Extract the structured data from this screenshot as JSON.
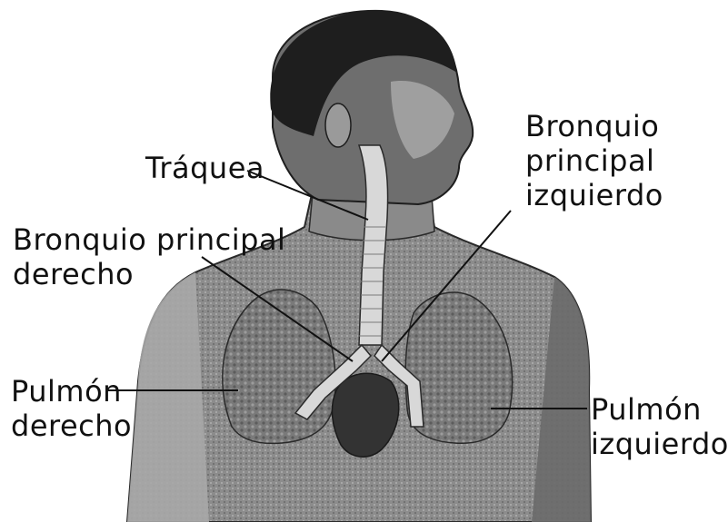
{
  "labels": {
    "traquea": "Tráquea",
    "bronquio_derecho_line1": "Bronquio principal",
    "bronquio_derecho_line2": "derecho",
    "bronquio_izquierdo_line1": "Bronquio",
    "bronquio_izquierdo_line2": "principal",
    "bronquio_izquierdo_line3": "izquierdo",
    "pulmon_derecho_line1": "Pulmón",
    "pulmon_derecho_line2": "derecho",
    "pulmon_izquierdo_line1": "Pulmón",
    "pulmon_izquierdo_line2": "izquierdo"
  },
  "colors": {
    "body_fill": "#9a9a9a",
    "body_dark": "#3a3a3a",
    "head_hair": "#1e1e1e",
    "lung_fill": "#7d7d7d",
    "airway_fill": "#d8d8d8",
    "heart_fill": "#333333",
    "leader_line": "#111111"
  }
}
